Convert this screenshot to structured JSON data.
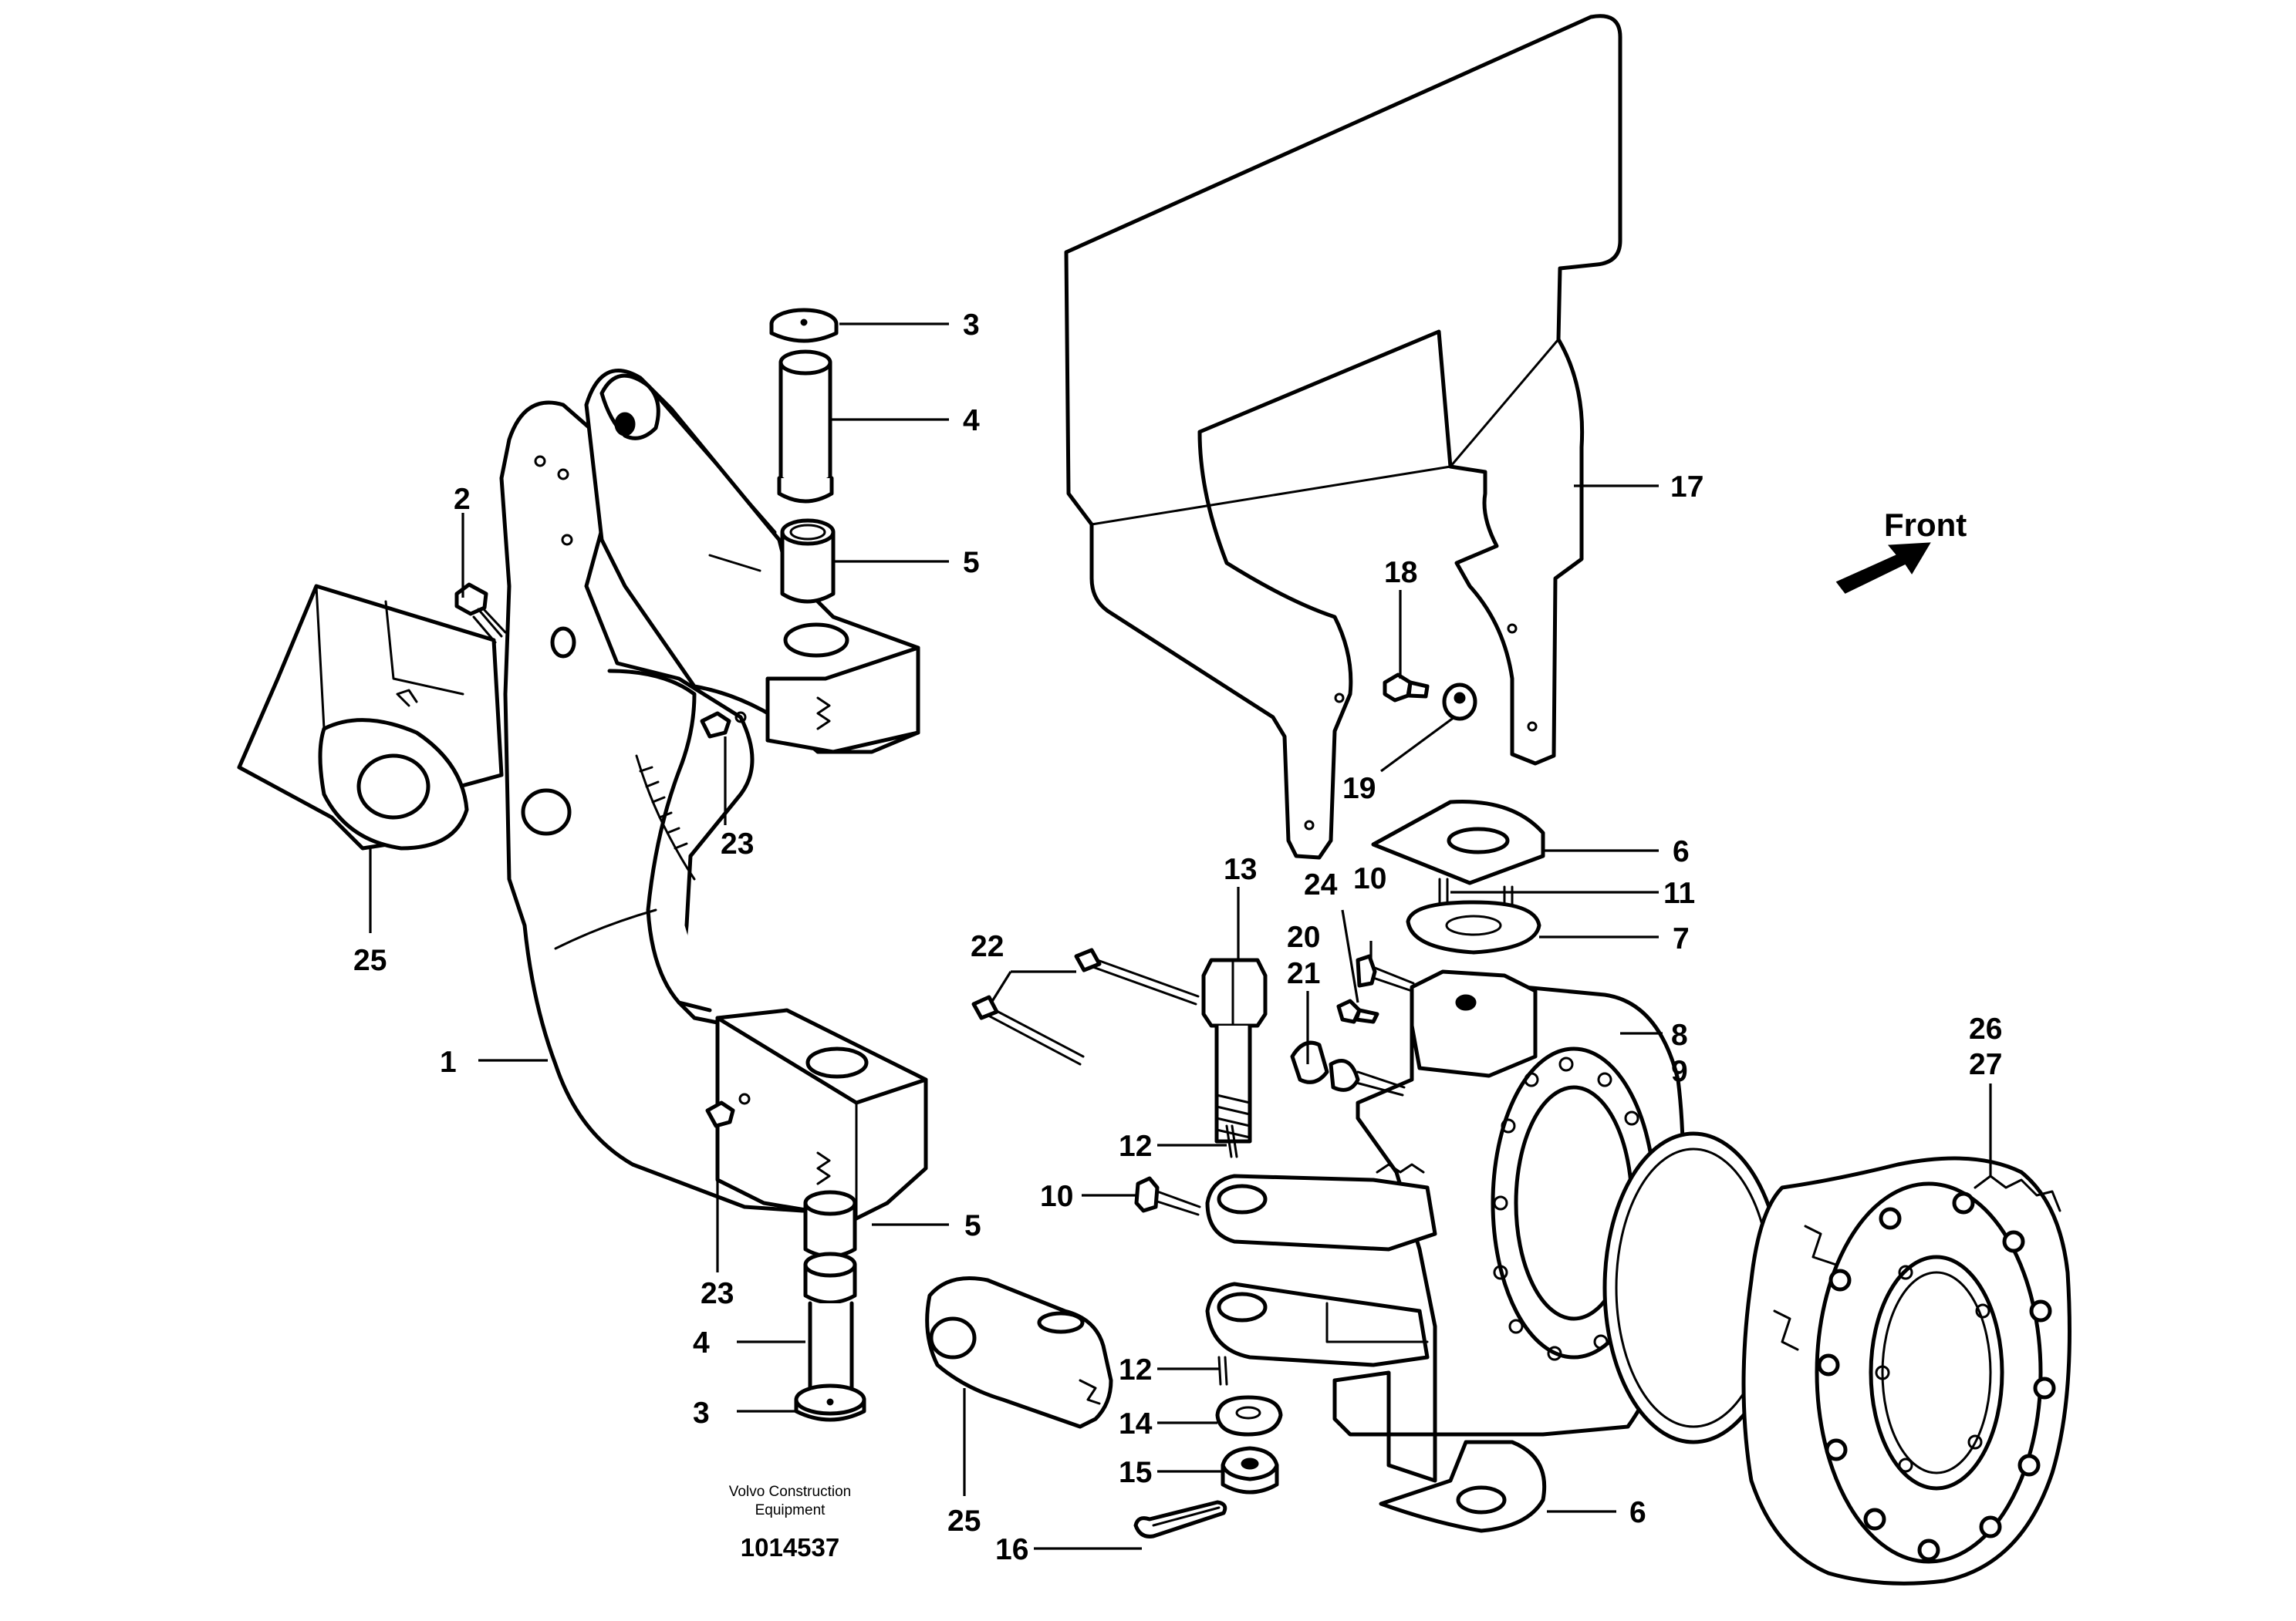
{
  "front_label": "Front",
  "credit_line_1": "Volvo Construction",
  "credit_line_2": "Equipment",
  "document_number": "1014537",
  "callouts": {
    "c1": "1",
    "c2": "2",
    "c3_top": "3",
    "c3_bottom": "3",
    "c4_top": "4",
    "c4_bottom": "4",
    "c5_top": "5",
    "c5_bottom": "5",
    "c6_top": "6",
    "c6_bottom": "6",
    "c7": "7",
    "c8": "8",
    "c9": "9",
    "c10_upper": "10",
    "c10_lower": "10",
    "c11": "11",
    "c12_upper": "12",
    "c12_lower": "12",
    "c13": "13",
    "c14": "14",
    "c15": "15",
    "c16": "16",
    "c17": "17",
    "c18": "18",
    "c19": "19",
    "c20": "20",
    "c21": "21",
    "c22": "22",
    "c23_upper": "23",
    "c23_lower": "23",
    "c24": "24",
    "c25_upper": "25",
    "c25_lower": "25",
    "c26": "26",
    "c27": "27"
  }
}
